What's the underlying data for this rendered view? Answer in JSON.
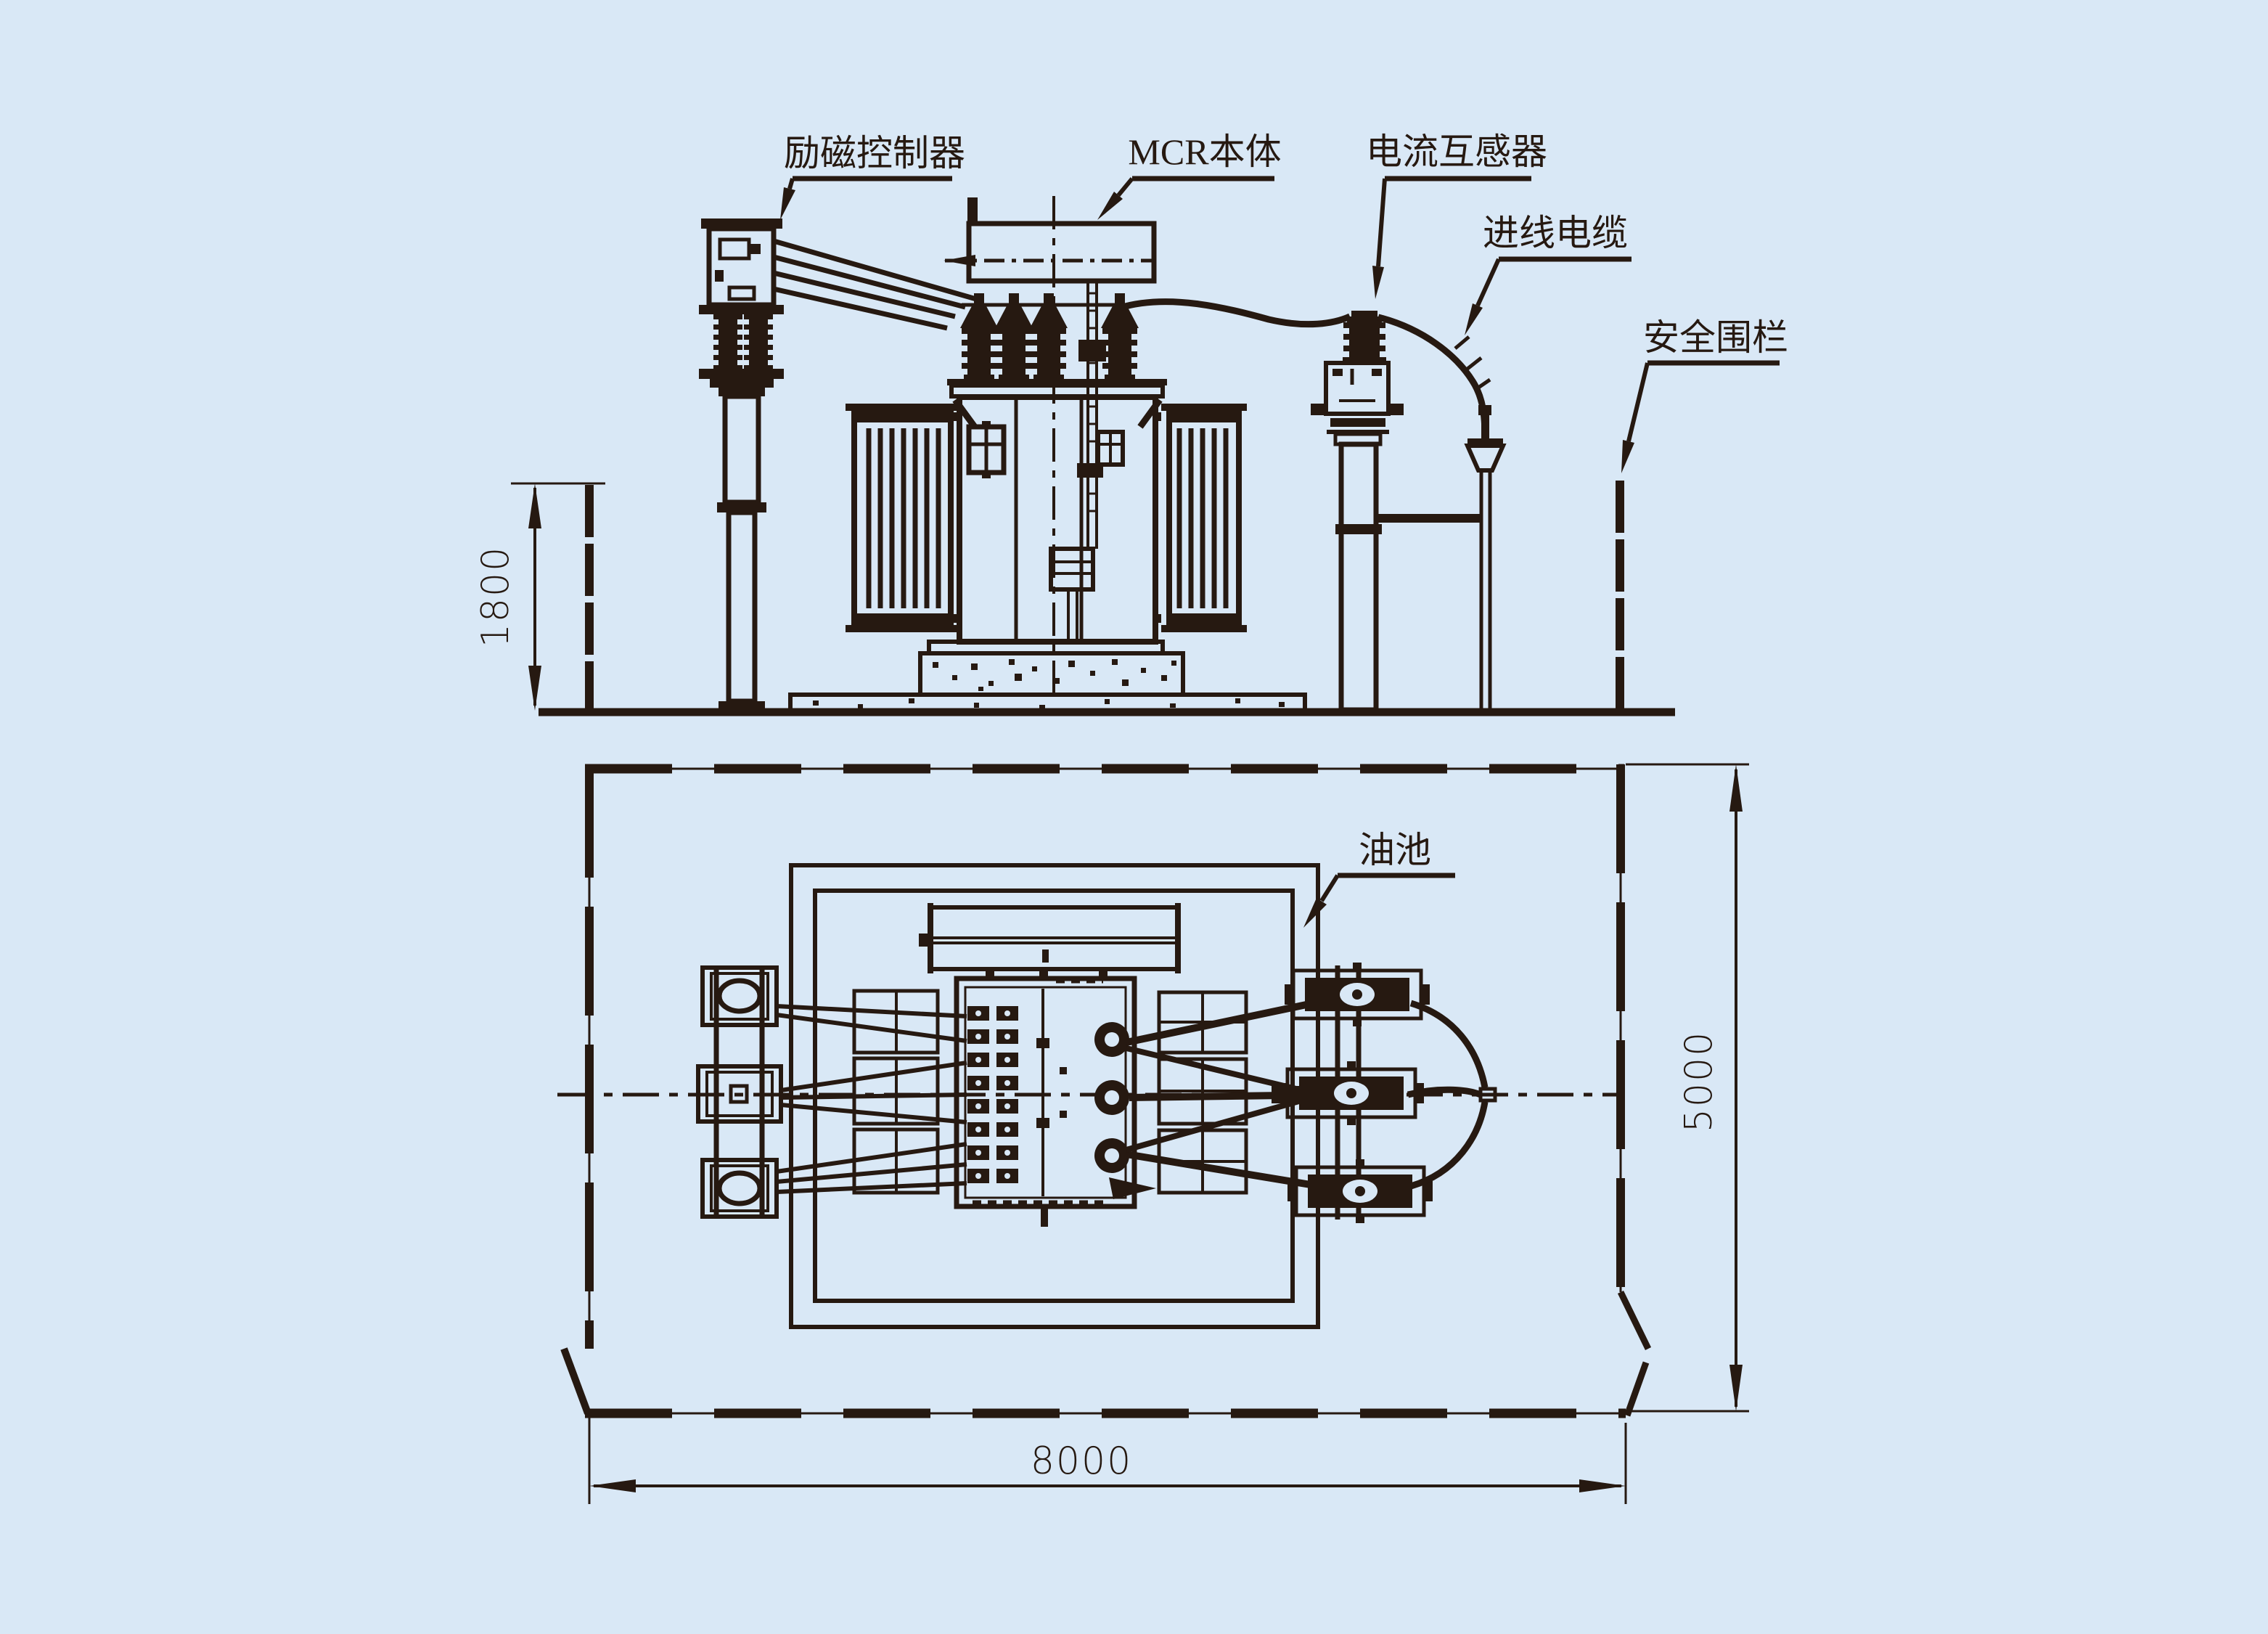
{
  "colors": {
    "bg": "#d9e8f6",
    "ink": "#261911"
  },
  "drawing": {
    "title": "MCR installation layout drawing",
    "labels": {
      "excitation_controller": "励磁控制器",
      "mcr_body": "MCR本体",
      "current_transformer": "电流互感器",
      "incoming_cable": "进线电缆",
      "safety_fence": "安全围栏",
      "oil_pool": "油池"
    },
    "dimensions": {
      "fence_height": "1800",
      "plot_depth": "5000",
      "plot_width": "8000"
    }
  }
}
